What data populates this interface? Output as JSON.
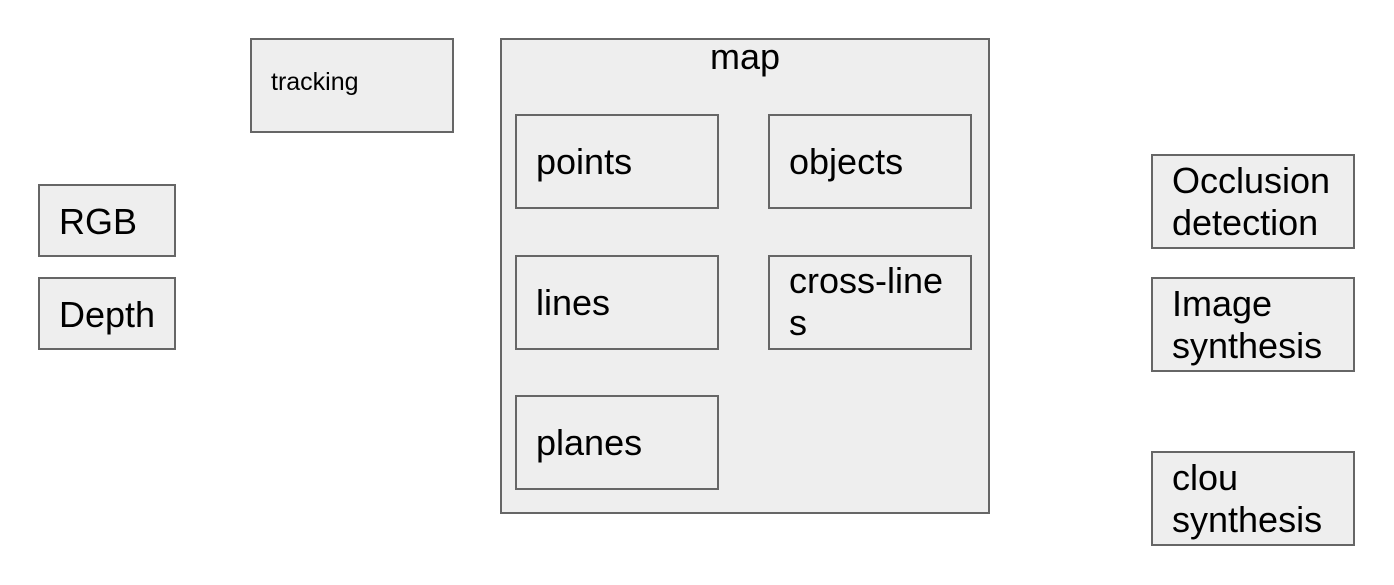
{
  "inputs": {
    "rgb": "RGB",
    "depth": "Depth"
  },
  "tracking": {
    "label": "tracking"
  },
  "map": {
    "title": "map",
    "points": "points",
    "objects": "objects",
    "lines": "lines",
    "cross_lines": "cross-lines",
    "planes": "planes"
  },
  "outputs": {
    "occlusion_line1": "Occlusion",
    "occlusion_line2": "detection",
    "image_line1": "Image",
    "image_line2": "synthesis",
    "clou_line1": "clou",
    "clou_line2": "synthesis"
  }
}
